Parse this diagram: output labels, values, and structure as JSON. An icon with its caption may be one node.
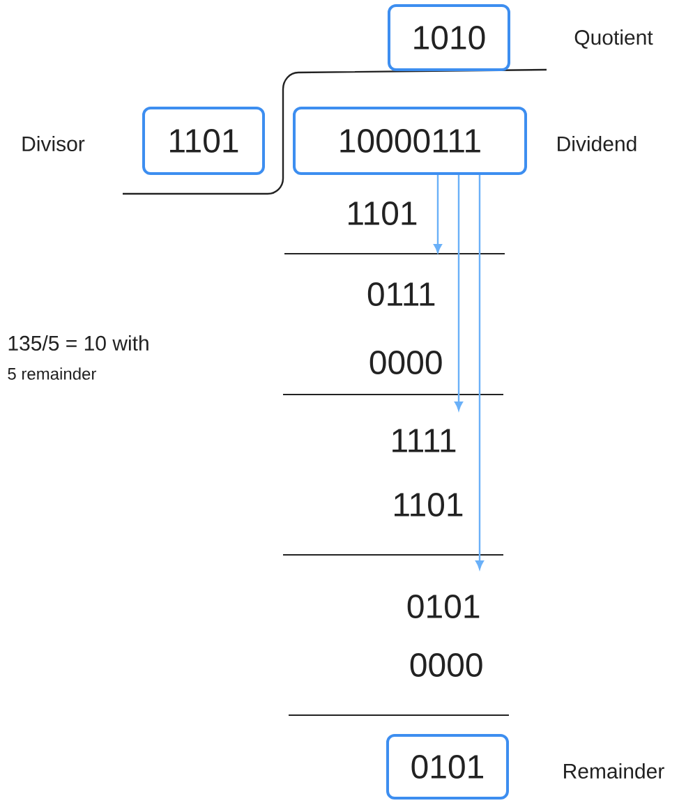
{
  "diagram": {
    "nodes": [
      {
        "text": [
          "1010"
        ],
        "beside": [
          "Quotient"
        ]
      },
      {
        "text": [
          "1101"
        ],
        "beside": [
          "Divisor"
        ]
      },
      {
        "text": [
          "10000111"
        ],
        "beside": [
          "Dividend"
        ]
      },
      {
        "text": [
          "0101"
        ],
        "beside": [
          "Remainder"
        ]
      }
    ],
    "edges": [
      {
        "from": 2,
        "to": null,
        "arrow": "to"
      },
      {
        "from": 2,
        "to": null,
        "arrow": "to"
      },
      {
        "from": 2,
        "to": null,
        "arrow": "to"
      }
    ],
    "labels": [
      "1101",
      "0111",
      "135/5 = 10 with",
      "5 remainder",
      "0000",
      "1111",
      "1101",
      "0101",
      "0000"
    ]
  }
}
